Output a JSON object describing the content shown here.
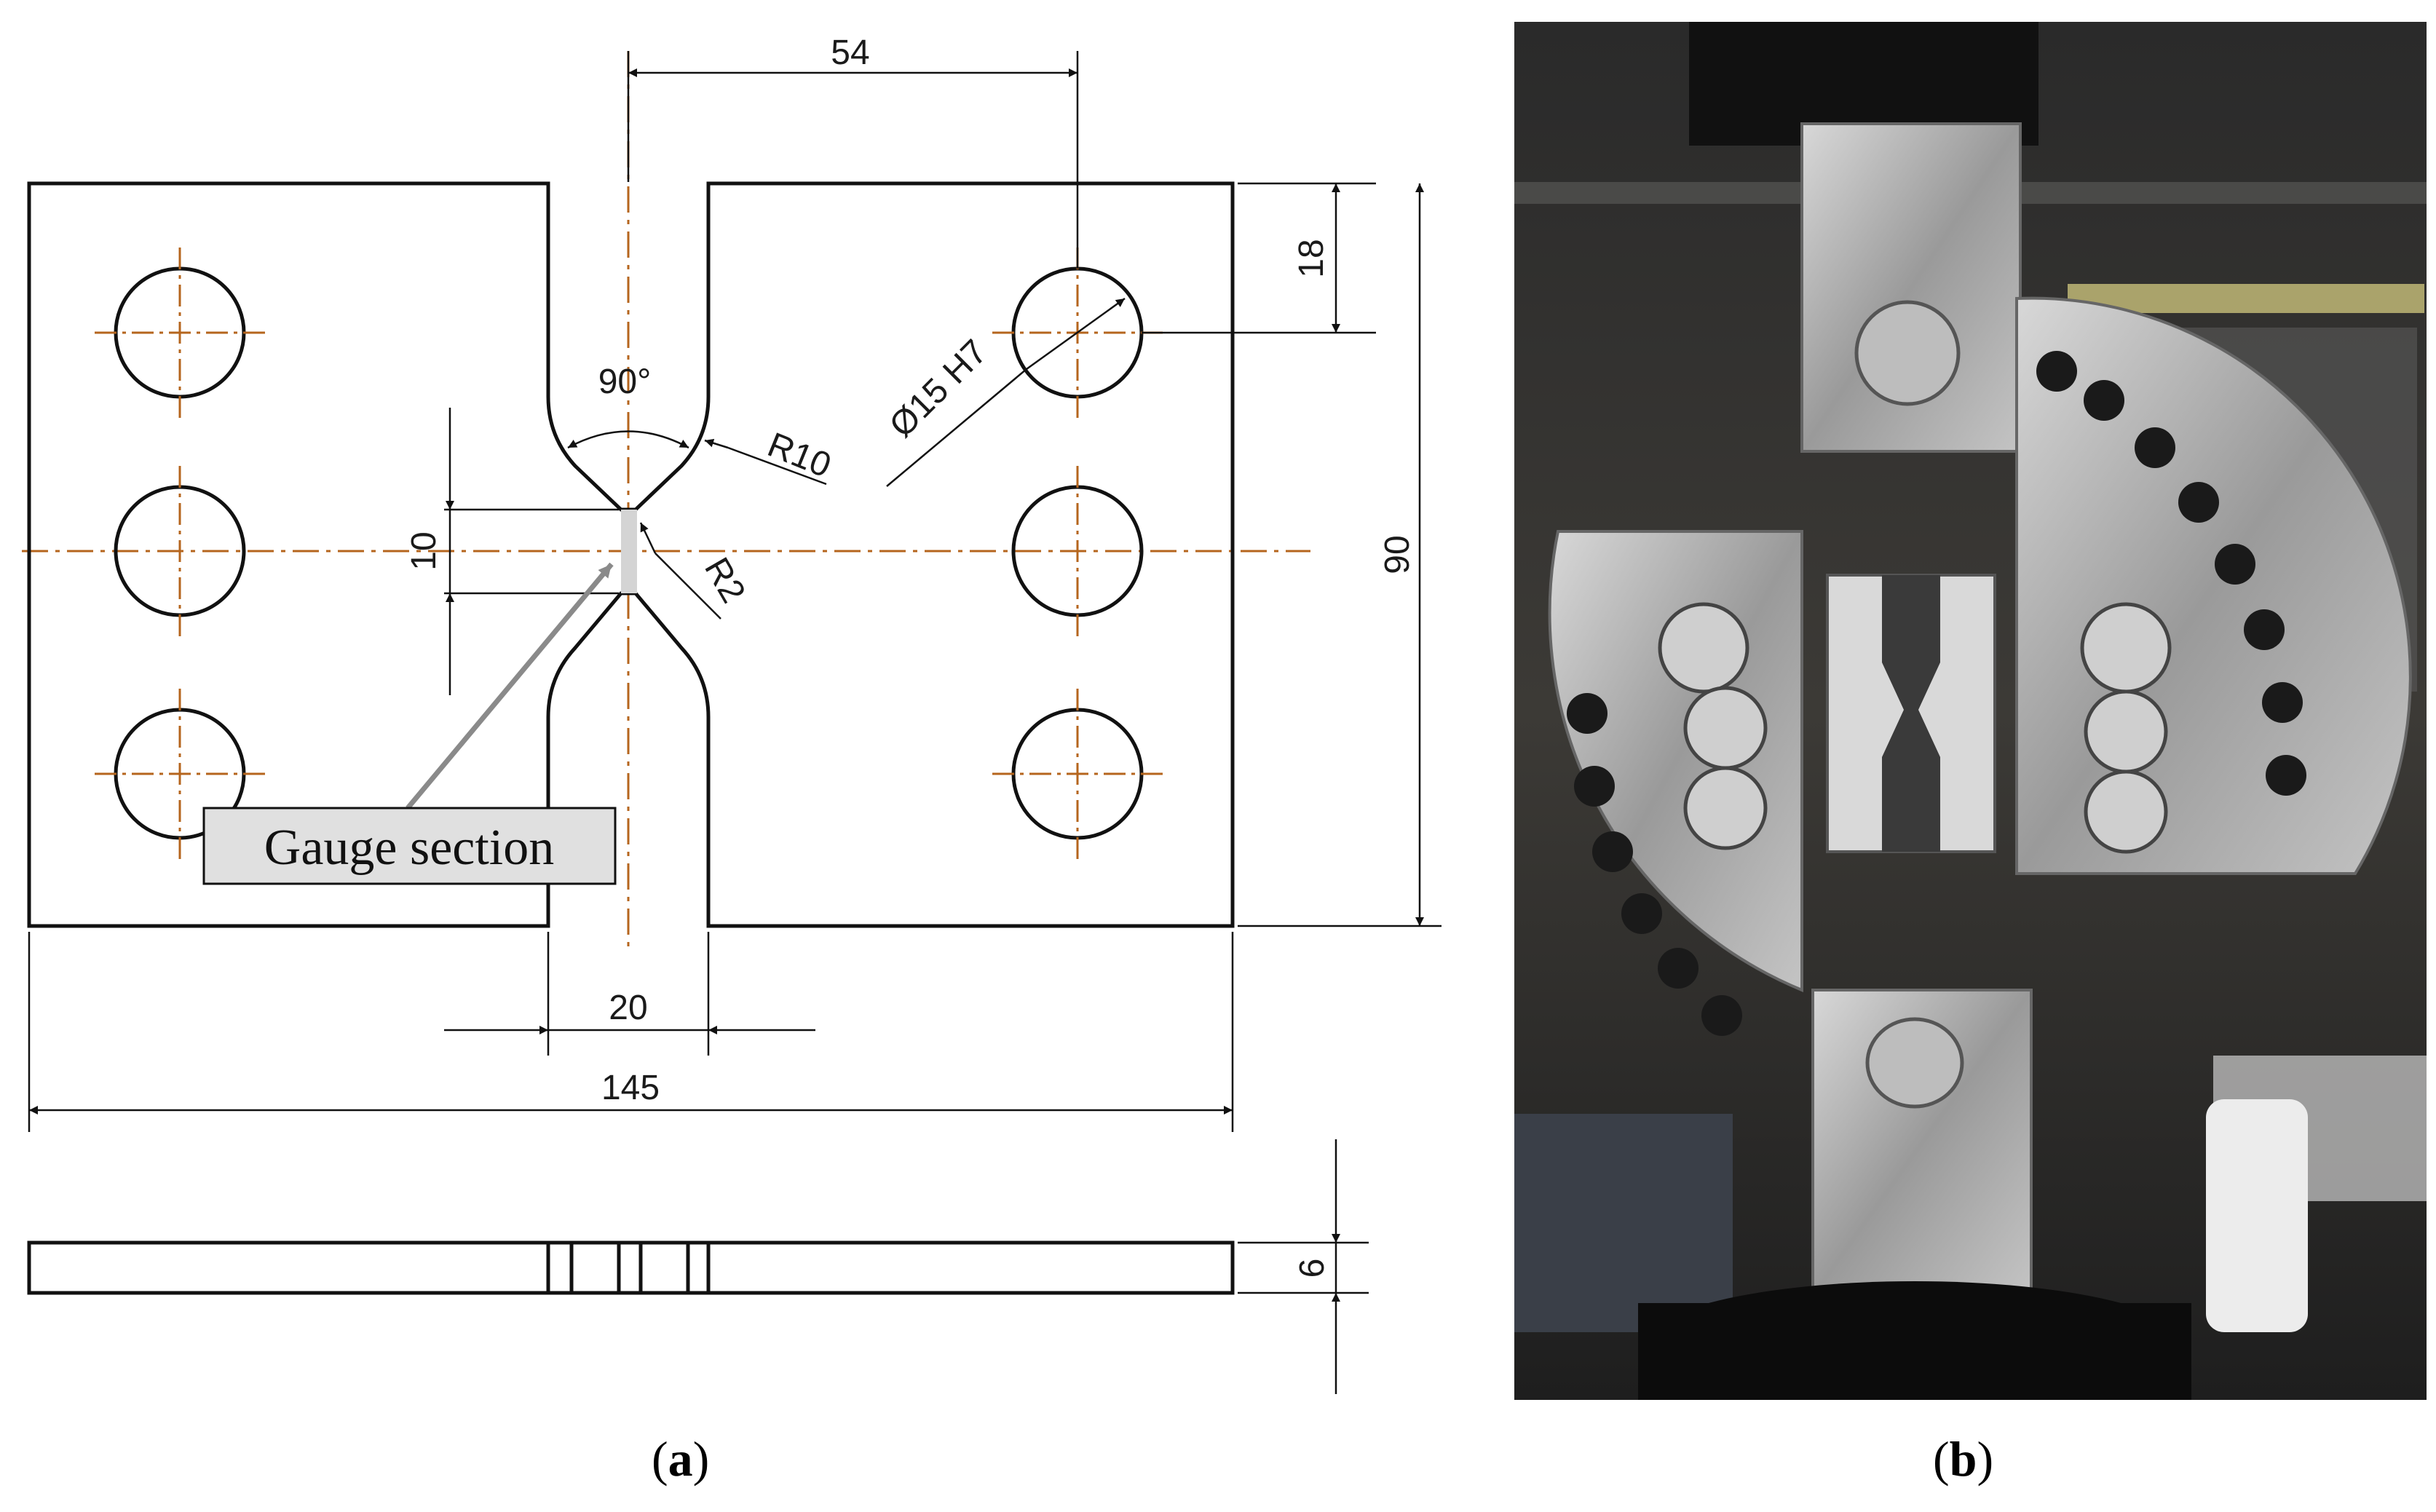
{
  "panel_a": {
    "caption_open": "(",
    "caption_letter": "a",
    "caption_close": ")",
    "dimensions": {
      "hole_spacing": "54",
      "top_offset": "18",
      "hole_diameter": "Ø15 H7",
      "notch_angle": "90°",
      "notch_radius": "R10",
      "gauge_length": "10",
      "tip_radius": "R2",
      "height": "90",
      "slot_width": "20",
      "length": "145",
      "thickness": "6"
    },
    "callout": "Gauge section",
    "colors": {
      "outline": "#111111",
      "centerline": "#b5651d",
      "callout_fill": "#e0e0e0",
      "arrow": "#8a8a8a"
    }
  },
  "panel_b": {
    "caption_open": "(",
    "caption_letter": "b",
    "caption_close": ")"
  }
}
